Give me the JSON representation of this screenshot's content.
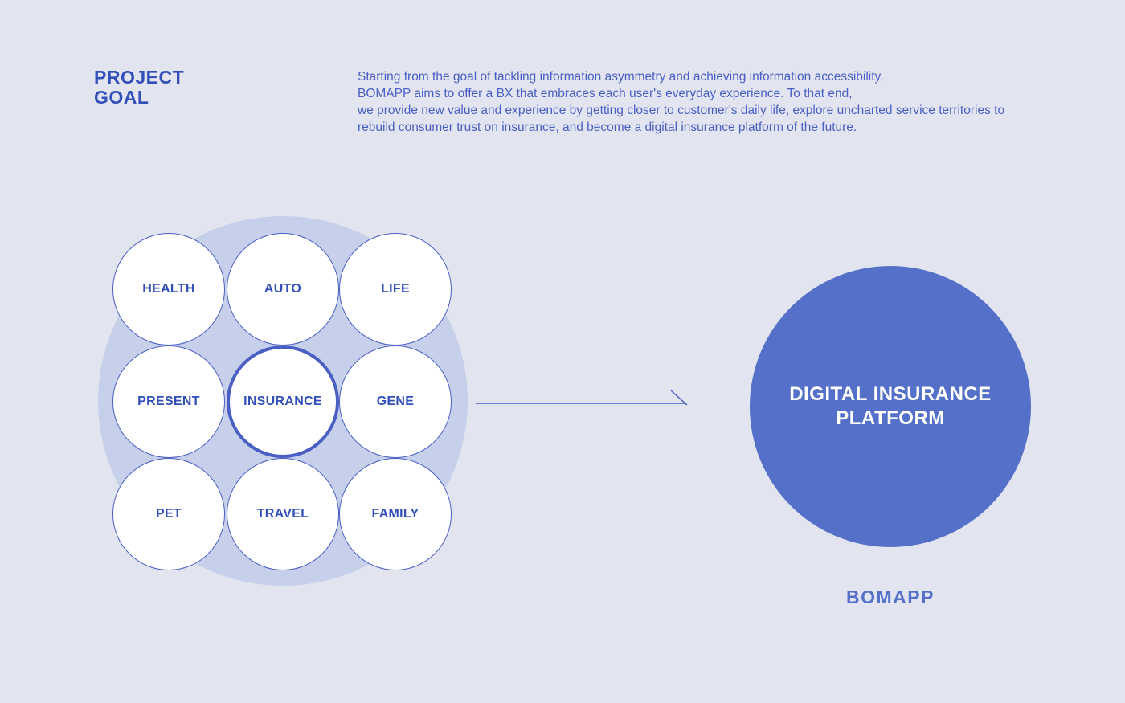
{
  "header": {
    "title_line1": "PROJECT",
    "title_line2": "GOAL",
    "description_line1": "Starting from the goal of tackling information asymmetry and achieving information accessibility,",
    "description_line2": "BOMAPP aims to offer a BX that embraces each user's everyday experience. To that end,",
    "description_line3": "we provide new value and experience by getting closer to customer's daily life, explore uncharted service territories to",
    "description_line4": "rebuild consumer trust on insurance, and become a digital insurance platform of the future."
  },
  "cluster": {
    "items": [
      "HEALTH",
      "AUTO",
      "LIFE",
      "PRESENT",
      "INSURANCE",
      "GENE",
      "PET",
      "TRAVEL",
      "FAMILY"
    ],
    "highlighted_item": "INSURANCE"
  },
  "platform": {
    "label_line1": "DIGITAL INSURANCE",
    "label_line2": "PLATFORM",
    "brand": "BOMAPP"
  },
  "colors": {
    "background": "#e2e5f0",
    "accent_blue": "#4a5fc4",
    "title_blue": "#3350b9",
    "cluster_background": "#c7d0ea",
    "platform_circle": "#5470c8",
    "bubble_fill": "#ffffff"
  }
}
